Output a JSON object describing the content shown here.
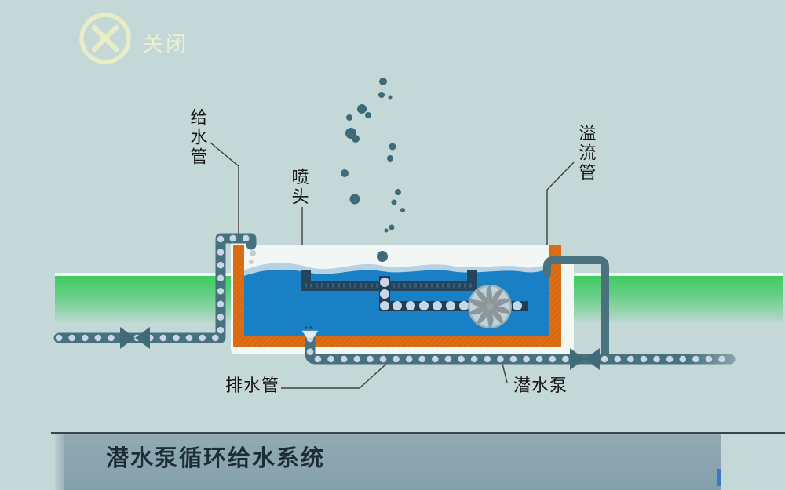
{
  "window": {
    "close_label": "关闭",
    "close_icon": "circle-x-icon"
  },
  "diagram": {
    "title": "潜水泵循环给水系统",
    "labels": {
      "supply_pipe": "给水管",
      "spray_head": "喷头",
      "overflow_pipe": "溢流管",
      "drain_pipe": "排水管",
      "submersible_pump": "潜水泵"
    },
    "colors": {
      "background": "#c5d8d8",
      "water": "#1a80c5",
      "water_foam": "#b7d3e3",
      "tank_lining_orange": "#dd6e15",
      "tank_shell_white": "#f4f8f5",
      "ground_green": "#3fcb61",
      "pipe_casing": "#47717f",
      "pipe_dots": "#c9d7e4",
      "spray_pipe_dark": "#24455c",
      "overflow_pipe": "#4a717e",
      "valve": "#3f6a78",
      "bubble": "#3d6b79",
      "close_accent": "#eef1c4",
      "title_band": "#8ba5af",
      "title_text": "#1d2d36"
    }
  }
}
